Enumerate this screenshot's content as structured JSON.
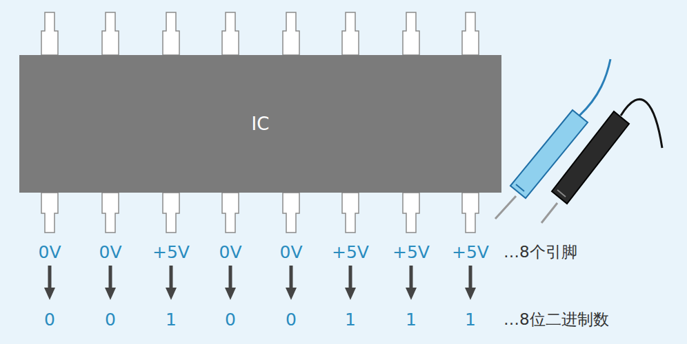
{
  "diagram": {
    "nodes": [
      {
        "text": [
          "IC"
        ]
      }
    ],
    "labels": [
      "0V",
      "0V",
      "+5V",
      "0V",
      "0V",
      "+5V",
      "+5V",
      "+5V",
      "…8个引脚",
      "0",
      "0",
      "1",
      "0",
      "0",
      "1",
      "1",
      "1",
      "…8位二进制数"
    ]
  }
}
